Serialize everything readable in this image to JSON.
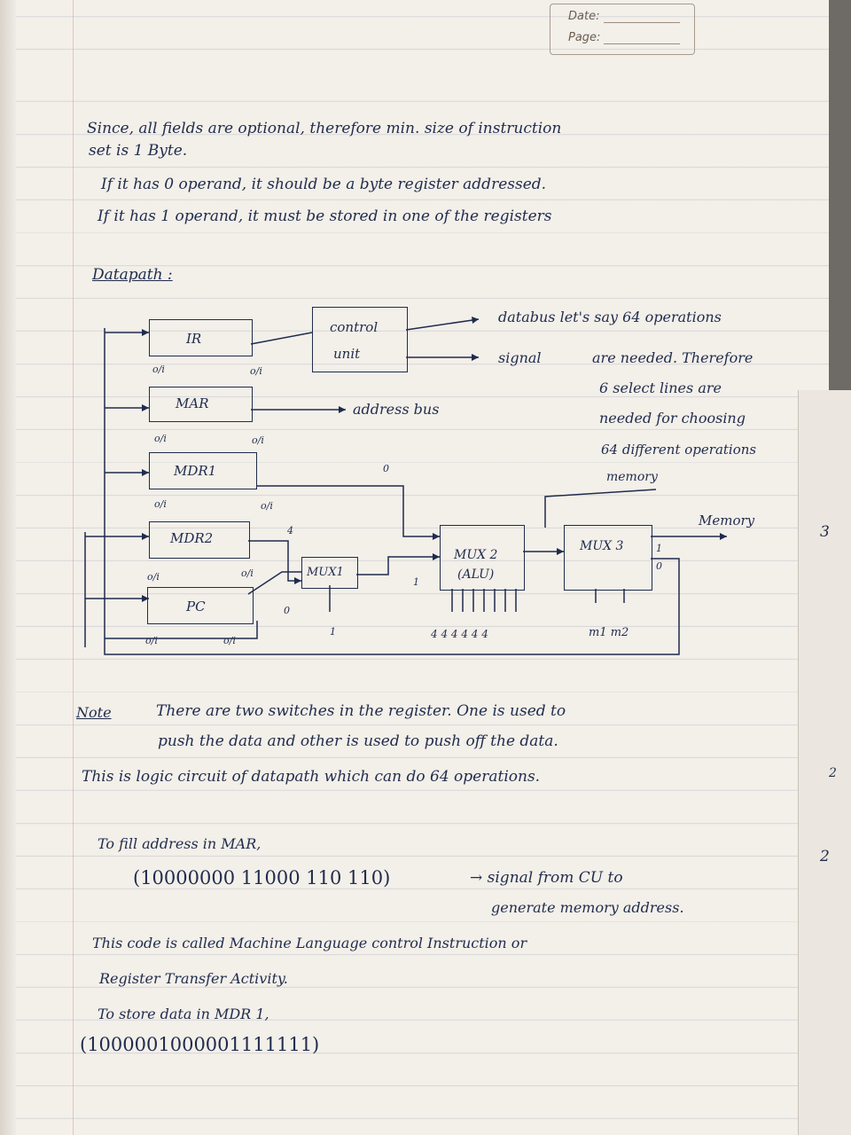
{
  "header": {
    "date_label": "Date:",
    "page_label": "Page:"
  },
  "notes": {
    "line1": "Since, all fields are optional, therefore min. size of instruction",
    "line2": "set is 1 Byte.",
    "line3": "If it has 0 operand, it should be a byte register addressed.",
    "line4": "If it has 1 operand, it must be stored in one of the registers",
    "datapath_heading": "Datapath :"
  },
  "diagram": {
    "registers": [
      "IR",
      "MAR",
      "MDR1",
      "MDR2",
      "PC"
    ],
    "control_unit": [
      "control",
      "unit"
    ],
    "mux1": "MUX1",
    "mux2": [
      "MUX 2",
      "(ALU)"
    ],
    "mux3": "MUX 3",
    "switch_label": "o/i",
    "databus_note": "databus let's say 64 operations",
    "signal_note": "signal",
    "side_note": [
      "are needed. Therefore",
      "6 select lines are",
      "needed for choosing",
      "64 different operations",
      "memory"
    ],
    "address_bus": "address bus",
    "memory_out": "Memory",
    "alu_inputs": "4 4 4 4 4 4",
    "mux3_inputs": "m1 m2",
    "bit_marks": [
      "4",
      "1",
      "0",
      "1",
      "0",
      "1",
      "0"
    ]
  },
  "note_section": {
    "note_label": "Note",
    "line1": "There are two switches in the register. One is used to",
    "line2": "push the data and other is used to push off the data.",
    "line3": "This is logic circuit of datapath which can do 64 operations.",
    "line4": "To fill address in MAR,",
    "code1": "(10000000 11000 110 110)",
    "code1_note": "→ signal from CU to",
    "code1_note2": "generate memory address.",
    "line5": "This code is called Machine Language control Instruction or",
    "line6": "Register Transfer Activity.",
    "line7": "To store data in MDR 1,",
    "code2": "(1000001000001111111)"
  },
  "margin_marks": [
    "3",
    "2",
    "2"
  ]
}
